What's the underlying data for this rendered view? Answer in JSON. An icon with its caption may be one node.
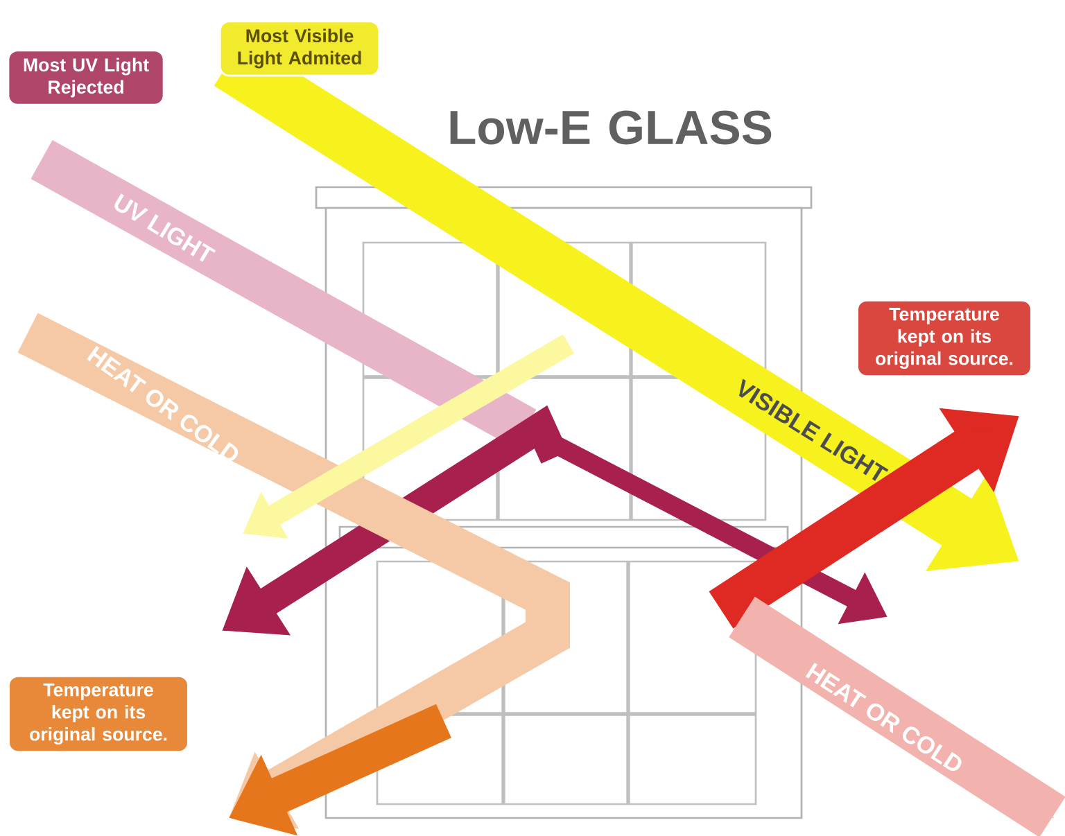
{
  "diagram": {
    "title": "Low-E GLASS",
    "nodes": [
      {
        "text": [
          "Most UV Light Rejected"
        ]
      },
      {
        "text": [
          "Most Visible Light Admited"
        ]
      },
      {
        "text": [
          "Temperature kept on its original source."
        ]
      },
      {
        "text": [
          "Temperature kept on its original source."
        ]
      }
    ],
    "labels": [
      "UV LIGHT",
      "HEAT OR COLD",
      "VISIBLE LIGHT",
      "HEAT OR COLD"
    ]
  }
}
